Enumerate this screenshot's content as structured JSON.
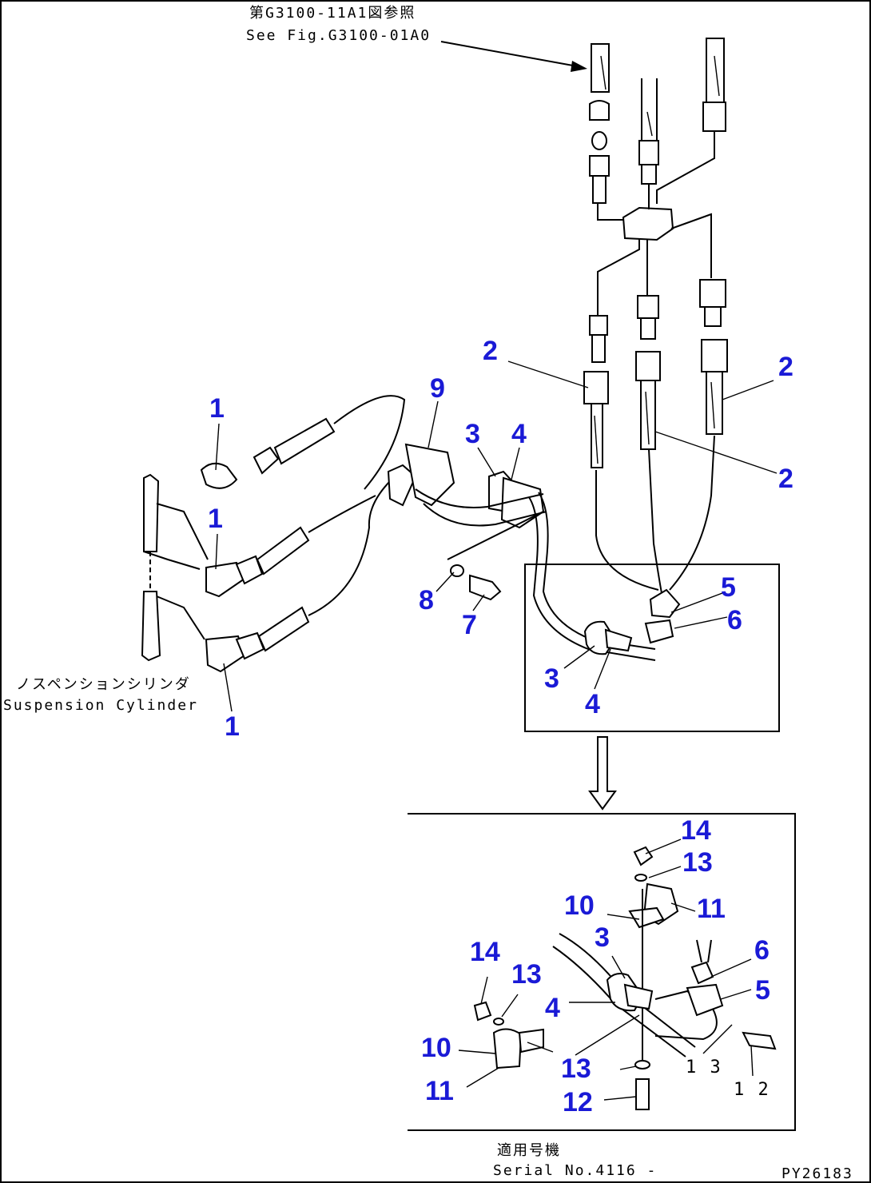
{
  "figure_code": "PY26183",
  "notes": {
    "see_fig_jp": "第G3100-11A1図参照",
    "see_fig_en": "See Fig.G3100-01A0",
    "suspension_jp": "ノスペンションシリンダ",
    "suspension_en": "Suspension Cylinder",
    "serial_jp": "適用号機",
    "serial_en": "Serial No.4116 -"
  },
  "callouts": [
    {
      "id": "c1a",
      "text": "1"
    },
    {
      "id": "c1b",
      "text": "1"
    },
    {
      "id": "c1c",
      "text": "1"
    },
    {
      "id": "c2a",
      "text": "2"
    },
    {
      "id": "c2b",
      "text": "2"
    },
    {
      "id": "c2c",
      "text": "2"
    },
    {
      "id": "c9",
      "text": "9"
    },
    {
      "id": "c3a",
      "text": "3"
    },
    {
      "id": "c4a",
      "text": "4"
    },
    {
      "id": "c8",
      "text": "8"
    },
    {
      "id": "c7",
      "text": "7"
    },
    {
      "id": "c5a",
      "text": "5"
    },
    {
      "id": "c6a",
      "text": "6"
    },
    {
      "id": "c3b",
      "text": "3"
    },
    {
      "id": "c4b",
      "text": "4"
    },
    {
      "id": "c14a",
      "text": "14"
    },
    {
      "id": "c13a",
      "text": "13"
    },
    {
      "id": "c10a",
      "text": "10"
    },
    {
      "id": "c11a",
      "text": "11"
    },
    {
      "id": "c3c",
      "text": "3"
    },
    {
      "id": "c6b",
      "text": "6"
    },
    {
      "id": "c14b",
      "text": "14"
    },
    {
      "id": "c13b",
      "text": "13"
    },
    {
      "id": "c5b",
      "text": "5"
    },
    {
      "id": "c4c",
      "text": "4"
    },
    {
      "id": "c10b",
      "text": "10"
    },
    {
      "id": "c13c",
      "text": "13"
    },
    {
      "id": "c11b",
      "text": "11"
    },
    {
      "id": "c12a",
      "text": "12"
    },
    {
      "id": "c13d",
      "text": "1 3"
    },
    {
      "id": "c12b",
      "text": "1 2"
    }
  ]
}
